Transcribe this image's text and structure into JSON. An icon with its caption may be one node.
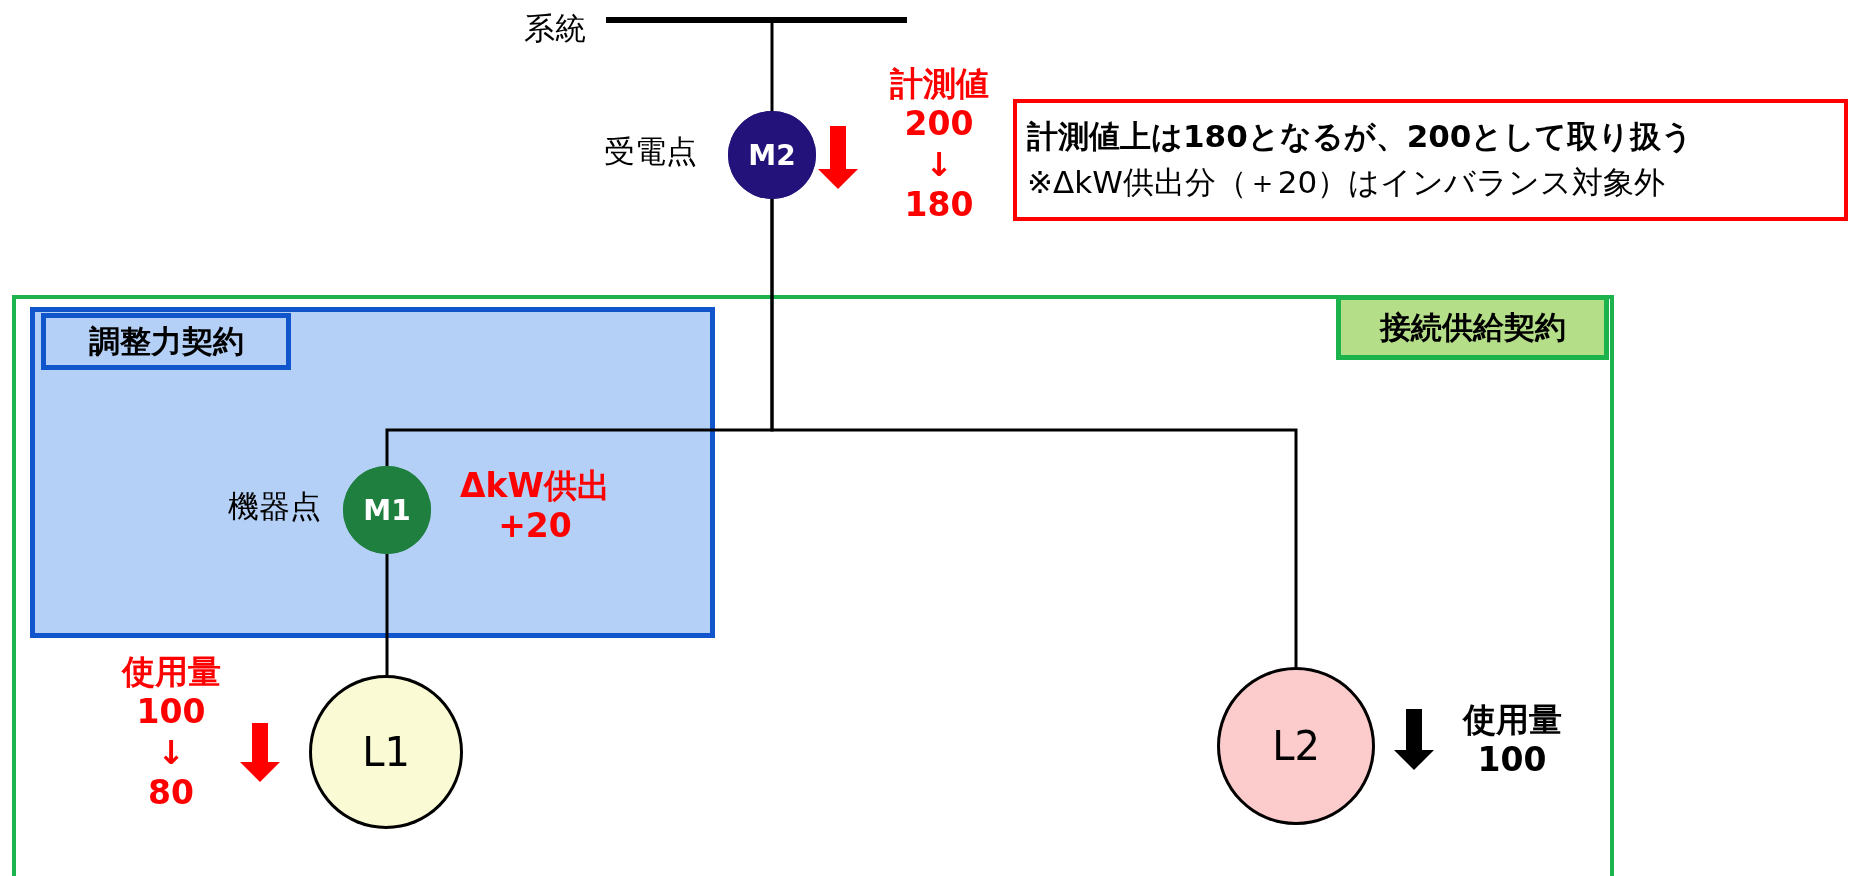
{
  "diagram": {
    "nodes": [
      {
        "text": [],
        "shape": "bar",
        "beside": [
          "系統"
        ]
      },
      {
        "text": [
          "M2"
        ],
        "beside": [
          "受電点"
        ]
      },
      {
        "text": [
          "計測値上は180となるが、200として取り扱う",
          "※ΔkW供出分（＋20）はインバランス対象外"
        ]
      },
      {
        "text": [
          "接続供給契約"
        ]
      },
      {
        "text": [
          "調整力契約"
        ],
        "in": 3
      },
      {
        "text": [
          "M1"
        ],
        "in": 4,
        "beside": [
          "機器点",
          "ΔkW供出 +20"
        ]
      },
      {
        "text": [
          "L1"
        ],
        "in": 3,
        "beside": [
          "使用量 100 ↓ 80"
        ]
      },
      {
        "text": [
          "L2"
        ],
        "in": 3,
        "beside": [
          "使用量 100"
        ]
      }
    ],
    "edges": [
      {
        "from": 0,
        "to": 1,
        "arrow": "none"
      },
      {
        "from": 1,
        "to": 5,
        "arrow": "none"
      },
      {
        "from": 1,
        "to": 7,
        "arrow": "none"
      },
      {
        "from": 5,
        "to": 6,
        "arrow": "none"
      }
    ],
    "labels": [
      "計測値 200 ↓ 180"
    ]
  }
}
